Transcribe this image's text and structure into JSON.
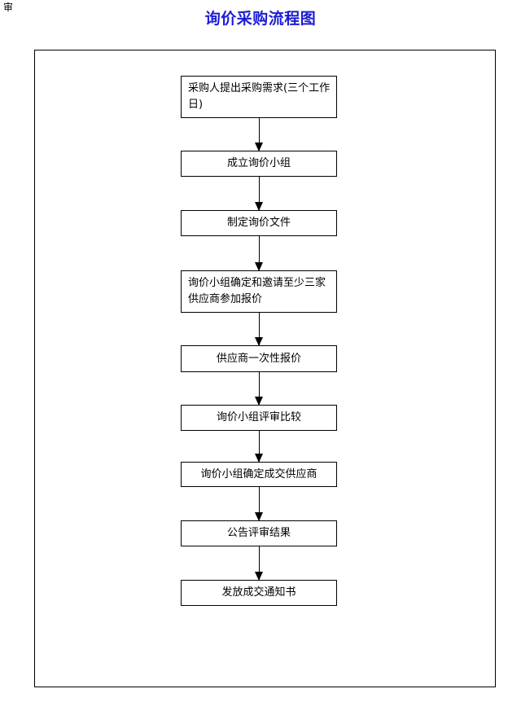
{
  "corner_char": "审",
  "title": "询价采购流程图",
  "steps": [
    {
      "label": "采购人提出采购需求(三个工作日)"
    },
    {
      "label": "成立询价小组"
    },
    {
      "label": "制定询价文件"
    },
    {
      "label": "询价小组确定和邀请至少三家供应商参加报价"
    },
    {
      "label": "供应商一次性报价"
    },
    {
      "label": "询价小组评审比较"
    },
    {
      "label": "询价小组确定成交供应商"
    },
    {
      "label": "公告评审结果"
    },
    {
      "label": "发放成交通知书"
    }
  ]
}
